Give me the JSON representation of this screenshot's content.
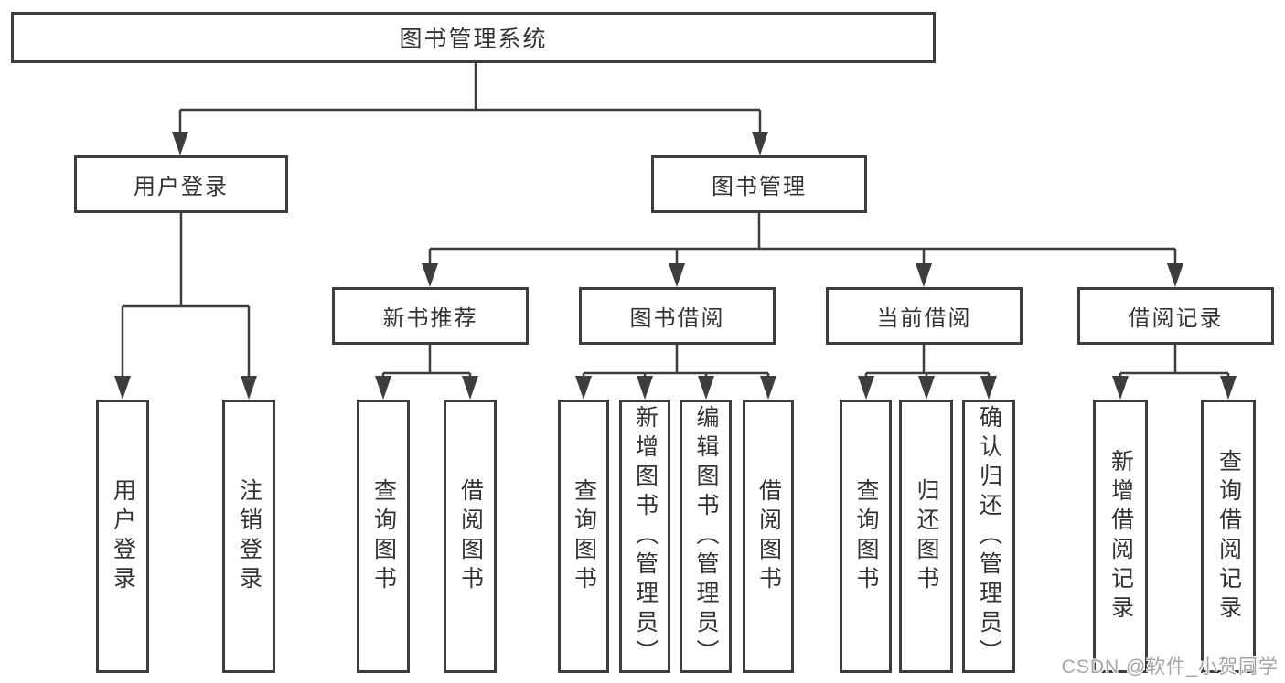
{
  "title": "图书管理系统",
  "watermark": "CSDN @软件_小贺同学",
  "colors": {
    "line": "#3d3d3d",
    "box_border": "#3d3d3d",
    "text": "#333333",
    "background": "#ffffff",
    "watermark": "#a6a6a6"
  },
  "tree": {
    "root": {
      "label": "图书管理系统",
      "children": [
        {
          "label": "用户登录",
          "children": [
            {
              "label": "用户登录"
            },
            {
              "label": "注销登录"
            }
          ]
        },
        {
          "label": "图书管理",
          "children": [
            {
              "label": "新书推荐",
              "children": [
                {
                  "label": "查询图书"
                },
                {
                  "label": "借阅图书"
                }
              ]
            },
            {
              "label": "图书借阅",
              "children": [
                {
                  "label": "查询图书"
                },
                {
                  "label": "新增图书（管理员）"
                },
                {
                  "label": "编辑图书（管理员）"
                },
                {
                  "label": "借阅图书"
                }
              ]
            },
            {
              "label": "当前借阅",
              "children": [
                {
                  "label": "查询图书"
                },
                {
                  "label": "归还图书"
                },
                {
                  "label": "确认归还（管理员）"
                }
              ]
            },
            {
              "label": "借阅记录",
              "children": [
                {
                  "label": "新增借阅记录"
                },
                {
                  "label": "查询借阅记录"
                }
              ]
            }
          ]
        }
      ]
    }
  }
}
